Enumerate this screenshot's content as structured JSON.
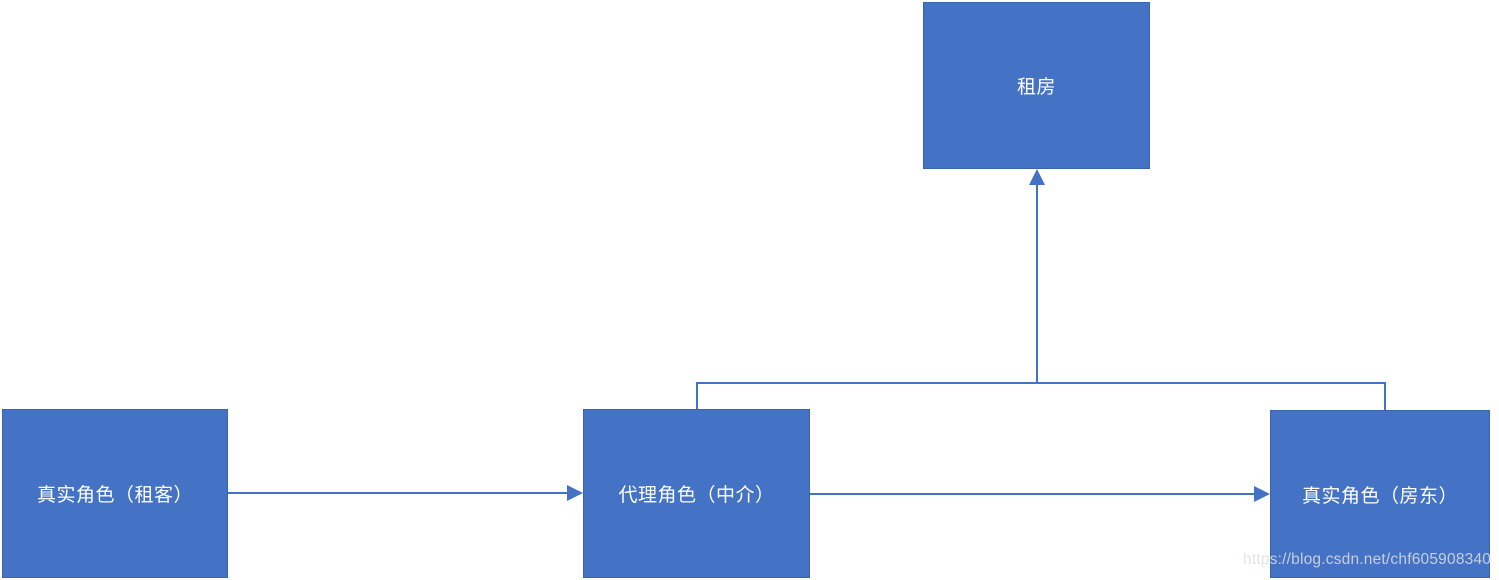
{
  "diagram": {
    "type": "flow-diagram",
    "nodes": {
      "house": {
        "label": "租房"
      },
      "tenant": {
        "label": "真实角色（租客）"
      },
      "agent": {
        "label": "代理角色（中介）"
      },
      "landlord": {
        "label": "真实角色（房东）"
      }
    },
    "edges": [
      {
        "from": "tenant",
        "to": "agent",
        "style": "straight-arrow-right"
      },
      {
        "from": "agent",
        "to": "landlord",
        "style": "straight-arrow-right"
      },
      {
        "from": "agent",
        "to": "house",
        "style": "elbow-arrow-up-via-bus"
      },
      {
        "from": "landlord",
        "to": "house",
        "style": "elbow-arrow-up-via-bus"
      }
    ],
    "colors": {
      "node_fill": "#4472C4",
      "node_border": "#3C64AE",
      "connector": "#4472C4",
      "node_text": "#FFFFFF",
      "canvas_bg": "#FFFFFF"
    },
    "watermark": "https://blog.csdn.net/chf605908340"
  }
}
